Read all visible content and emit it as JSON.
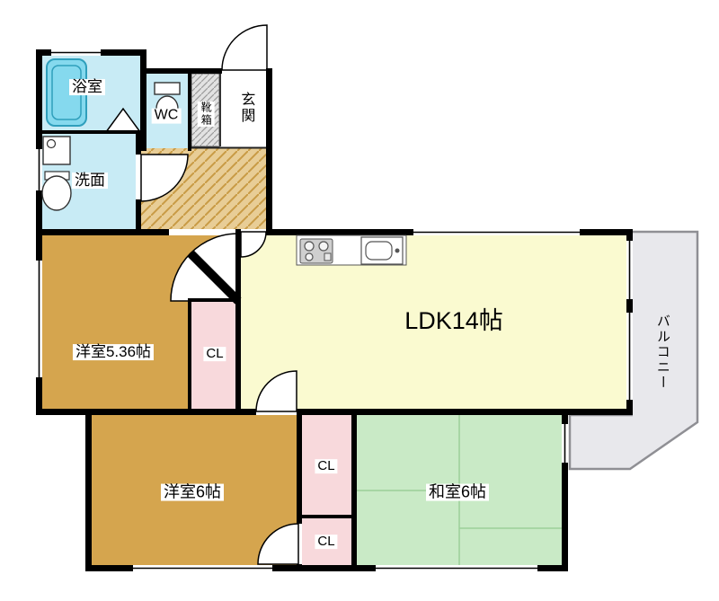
{
  "colors": {
    "wet_area_blue": "#c8ebf5",
    "bathtub_blue": "#85d9ee",
    "wood_tan": "#d5a54e",
    "hall_tan": "#e8cd96",
    "shoe_gray": "#e2e2e2",
    "ldk_yellow": "#fafad0",
    "closet_pink": "#f8d9dc",
    "tatami_green": "#c9eac6",
    "balcony_gray": "#e8e8ec",
    "wall_black": "#000000"
  },
  "rooms": {
    "bath": {
      "label": "浴室"
    },
    "wc": {
      "label": "WC"
    },
    "shoe_box": {
      "label": "靴箱"
    },
    "entrance": {
      "label": "玄関"
    },
    "washroom": {
      "label": "洗面"
    },
    "western_room_536": {
      "label": "洋室5.36帖"
    },
    "closet_main": {
      "label": "CL"
    },
    "ldk": {
      "label": "LDK14帖"
    },
    "balcony": {
      "label": "バルコニー"
    },
    "western_room_6": {
      "label": "洋室6帖"
    },
    "closet_upper": {
      "label": "CL"
    },
    "closet_lower": {
      "label": "CL"
    },
    "japanese_room": {
      "label": "和室6帖"
    }
  }
}
